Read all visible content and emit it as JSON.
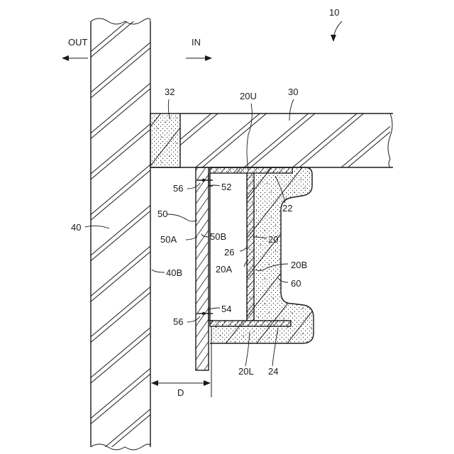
{
  "figure_number": "10",
  "directions": {
    "out": "OUT",
    "in": "IN"
  },
  "labels": {
    "seal_block": "32",
    "slab": "30",
    "beam_upper_flange": "20U",
    "wall": "40",
    "wall_inner_face": "40B",
    "panel": "50",
    "panel_face_a": "50A",
    "panel_face_b": "50B",
    "upper_bracket": "52",
    "lower_bracket": "54",
    "fastener_upper": "56",
    "fastener_lower": "56",
    "beam": "20",
    "beam_face_a": "20A",
    "beam_face_b": "20B",
    "web_gap": "26",
    "upper_gap": "22",
    "lower_gap": "24",
    "fireproof_cover": "60",
    "beam_lower_flange": "20L",
    "distance": "D"
  },
  "colors": {
    "line": "#1a1a1a",
    "background": "#ffffff"
  }
}
